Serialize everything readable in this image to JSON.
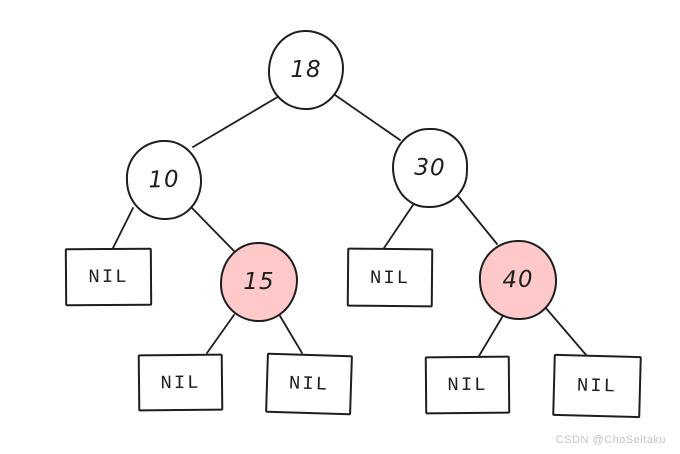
{
  "tree": {
    "nodes": [
      {
        "label": "18",
        "fill": "white"
      },
      {
        "label": "10",
        "fill": "white"
      },
      {
        "label": "30",
        "fill": "white"
      },
      {
        "label": "15",
        "fill": "pink"
      },
      {
        "label": "40",
        "fill": "pink"
      }
    ],
    "nil_leaves": [
      "NIL",
      "NIL",
      "NIL",
      "NIL",
      "NIL",
      "NIL"
    ],
    "colors": {
      "stroke": "#1e1e1e",
      "pink_fill": "#ffc9c9"
    }
  },
  "watermark": {
    "text": "CSDN @ChoSeitaku"
  }
}
